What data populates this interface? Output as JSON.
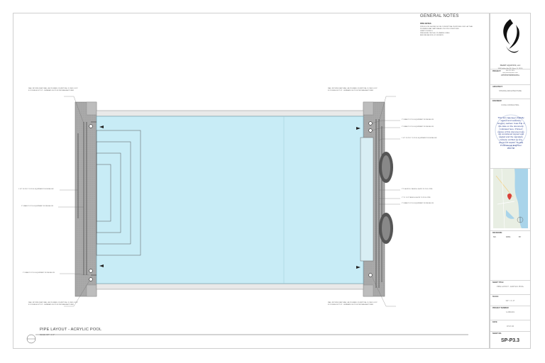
{
  "general_notes": {
    "title": "GENERAL NOTES",
    "sub": "PIPE NOTES",
    "lines": [
      "PIPE ROUTE SHOWN IS FOR CONCEPTUAL PURPOSES ONLY. ACTUAL",
      "PLUMBING MAY VARY BASED ON SITE CONDITIONS.",
      "",
      "VERIFY IN FIELD.",
      "",
      "PRESSURE TEST ALL PLUMBING LINES",
      "BEFORE BACKFILL/CONCRETE."
    ]
  },
  "title_block": {
    "company": "SMART AQUATICS, LLC",
    "company_lines": [
      "3804 Holiday Ave NE, Miami, FL 33156",
      "305-371-2870",
      "www.smartaquatics.com",
      "info@smartaquatics.com"
    ],
    "project_label": "PROJECT:",
    "project_value": "PRIVATE RESIDENCE",
    "architect_label": "ARCHITECT:",
    "architect_value": "STRANG ARCHITECTURE",
    "engineer_label": "ENGINEER:",
    "engineer_value": "FUNG CONSULTING",
    "overlay_text": "This item has been digitally signed and sealed by Gregory Lathem Cale P.E. 4 the date on the document indicated here. Printed copies of this document are not considered signed and sealed and the signature must be verified on any electronic copies. Florida Professional Engineer #56738",
    "revisions_label": "REVISIONS:",
    "revision_cols": [
      "NO.",
      "DATE",
      "BY"
    ],
    "sheet_title_label": "SHEET TITLE:",
    "sheet_title_value": "PIPE LAYOUT - ACRYLIC POOL",
    "scale_label": "SCALE:",
    "scale_value": "3/4\" = 1'-0\"",
    "project_no_label": "PROJECT NUMBER:",
    "project_no_value": "1-009-031",
    "date_label": "DATE:",
    "date_value": "07.07.20",
    "sheet_no_label": "SHEET NO.",
    "sheet_no_value": "SP-P3.3"
  },
  "drawing": {
    "caption": "PIPE LAYOUT - ACRYLIC POOL",
    "caption_scale": "SCALE: 3/8\" = 1'-0\"",
    "left_labels": [
      "WALL RETURN (DEEP WALL) BE PLUMBED ON VERTICAL CLOSED LOOP IF POSSIBLE NOT FIT - SEPARATE SUCTION PER MANUFACTURER",
      "1 1/2\" OF PVC TO POOL EQUIPMENT ROOM BELOW",
      "2\" DRAIN TO POOL EQUIPMENT ROOM BELOW",
      "2\" DRAIN TO POOL EQUIPMENT ROOM BELOW",
      "WALL RETURN (DEEP WALL) BE PLUMBED ON VERTICAL CLOSED LOOP IF POSSIBLE NOT FIT - SEPARATE SUCTION PER MANUFACTURER"
    ],
    "right_labels": [
      "WALL RETURN (DEEP WALL) BE PLUMBED ON VERTICAL CLOSED LOOP IF POSSIBLE NOT FIT - SEPARATE SUCTION PER MANUFACTURER",
      "2\" DRAIN TO POOL EQUIPMENT ROOM BELOW",
      "2\" DRAIN TO POOL EQUIPMENT ROOM BELOW",
      "1 1/2\" OF PVC TO POOL EQUIPMENT ROOM BELOW",
      "2\"TO ACRYLIC BENCH LIGHTS TO POOL PIPE",
      "1\" TO 1 1/2\" BENCH LIGHTS TO POOL PIPE",
      "2\" DRAIN TO POOL EQUIPMENT ROOM BELOW",
      "WALL RETURN (DEEP WALL) BE PLUMBED ON VERTICAL CLOSED LOOP IF POSSIBLE NOT FIT - SEPARATE SUCTION PER MANUFACTURER"
    ]
  }
}
